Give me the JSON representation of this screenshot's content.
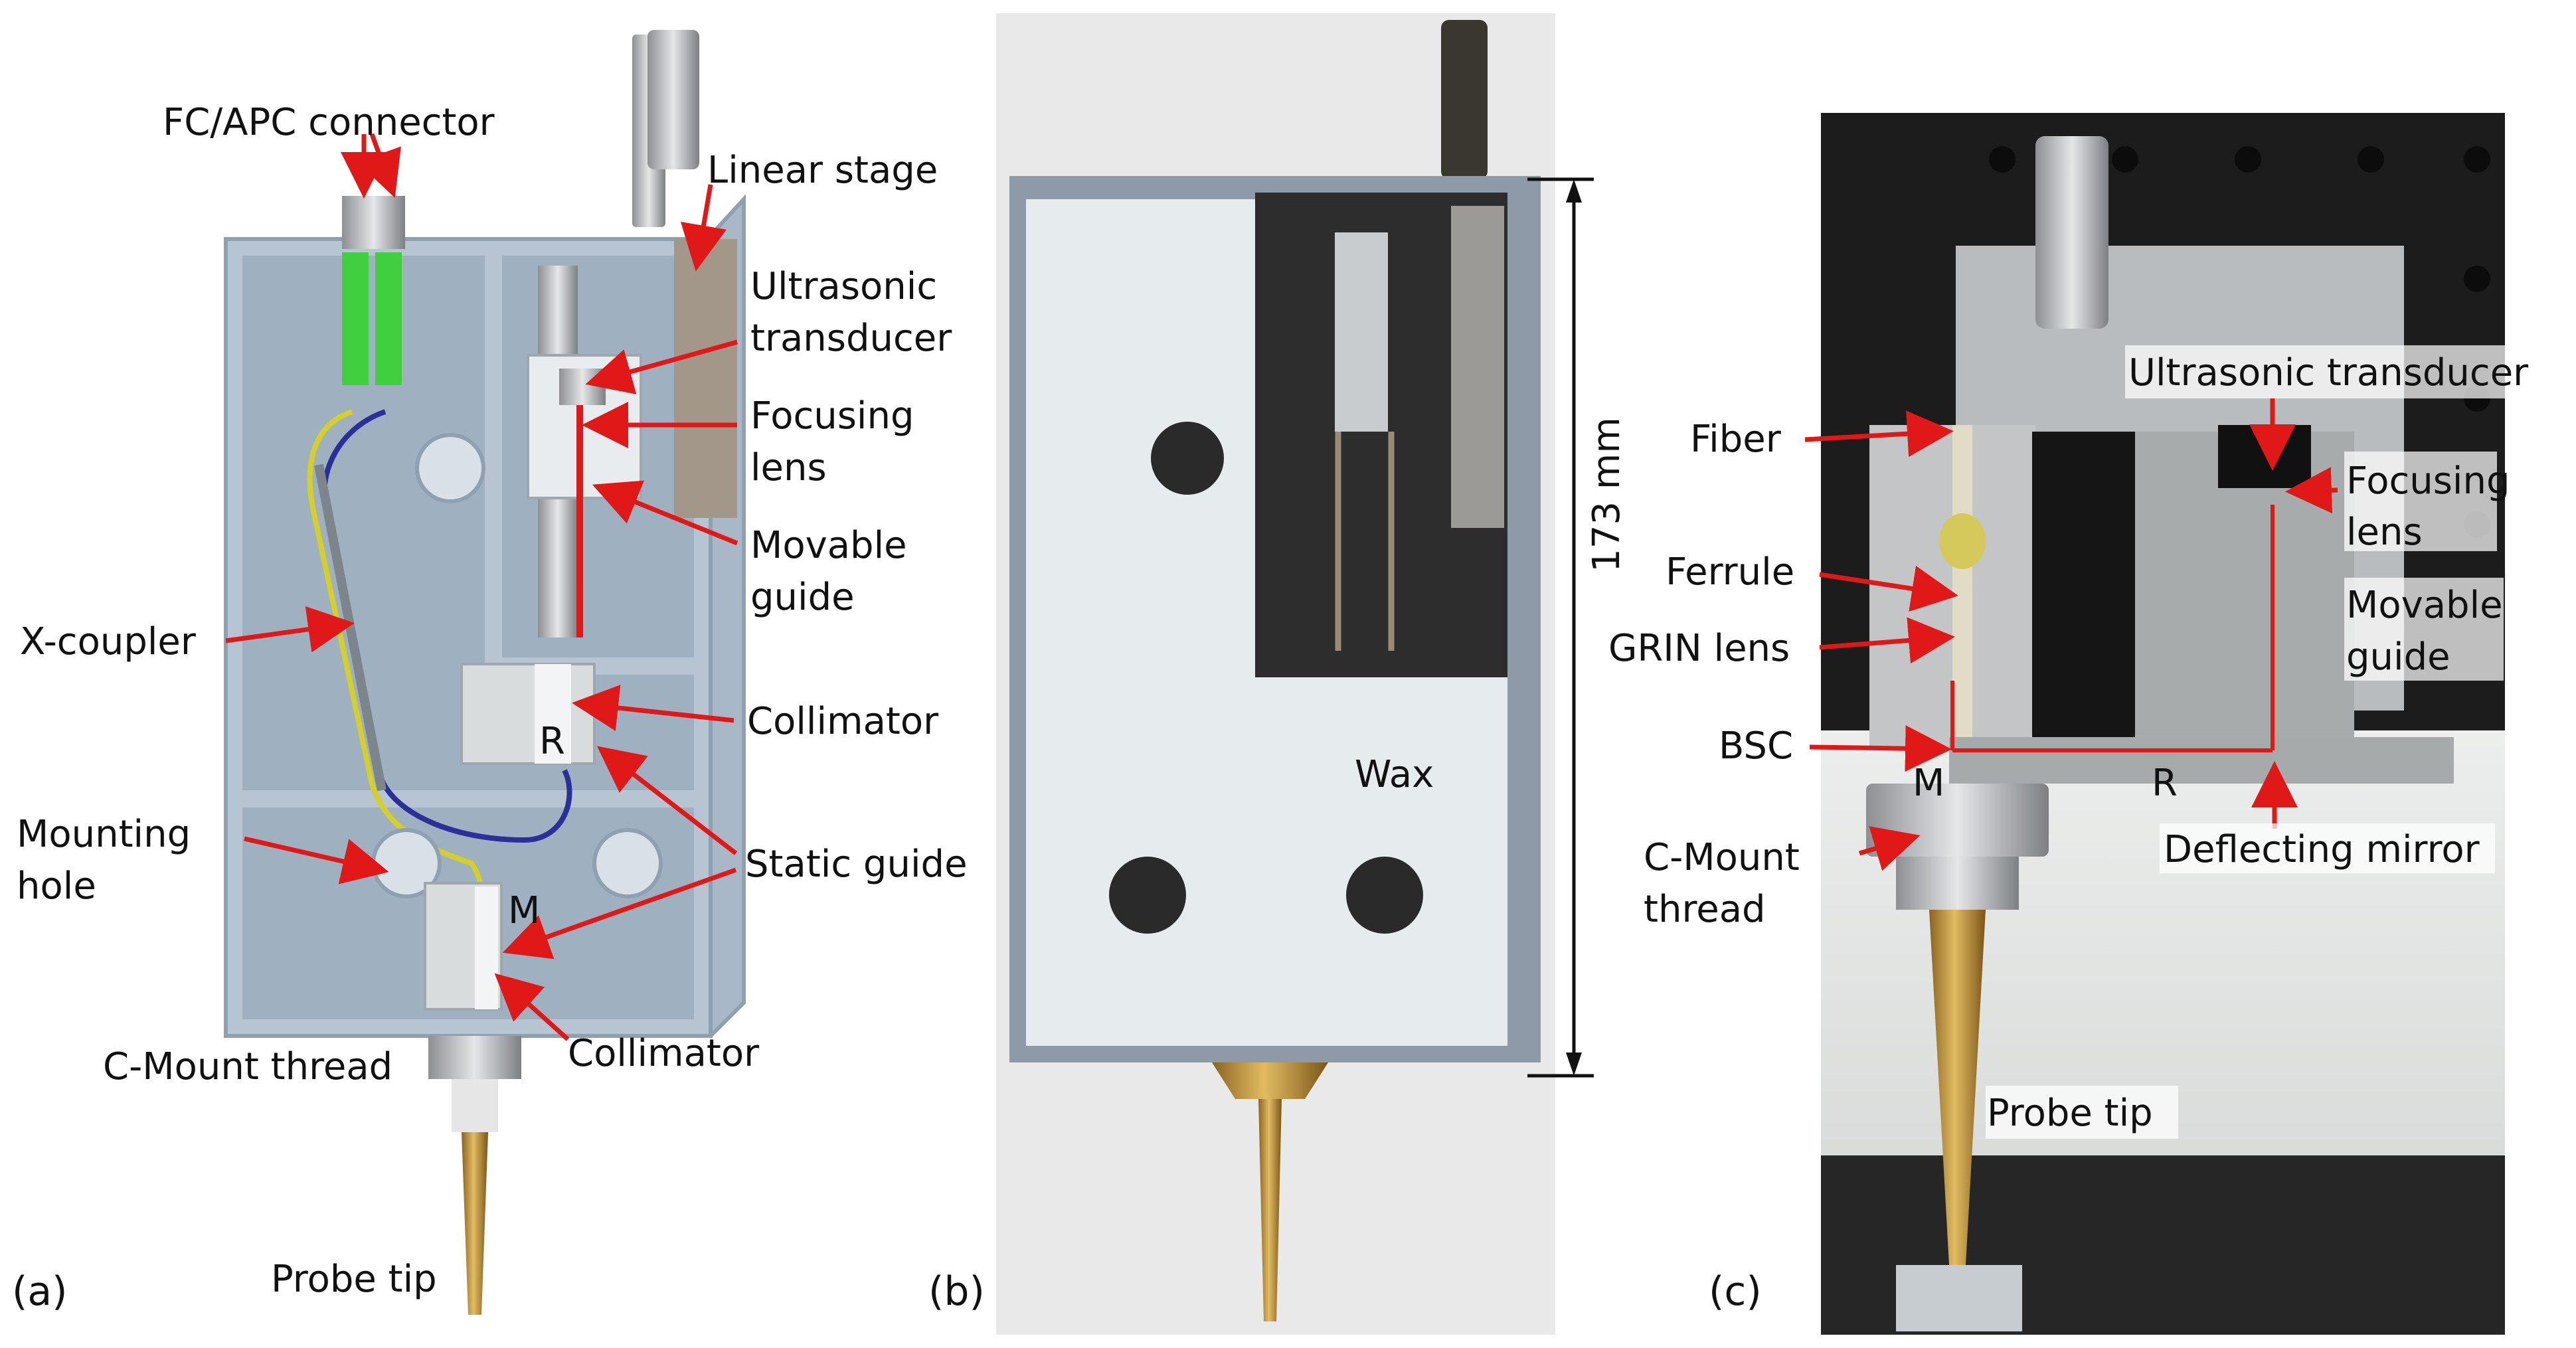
{
  "panels": {
    "a": {
      "panel_label": "(a)",
      "labels": {
        "fc_apc_connector": "FC/APC connector",
        "linear_stage": "Linear stage",
        "ultrasonic_transducer_l1": "Ultrasonic",
        "ultrasonic_transducer_l2": "transducer",
        "focusing_lens_l1": "Focusing",
        "focusing_lens_l2": "lens",
        "movable_guide_l1": "Movable",
        "movable_guide_l2": "guide",
        "x_coupler": "X-coupler",
        "collimator_top": "Collimator",
        "static_guide": "Static guide",
        "mounting_hole_l1": "Mounting",
        "mounting_hole_l2": "hole",
        "collimator_bottom": "Collimator",
        "c_mount_thread": "C-Mount thread",
        "probe_tip": "Probe tip",
        "marker_r": "R",
        "marker_m": "M"
      }
    },
    "b": {
      "panel_label": "(b)",
      "labels": {
        "dimension": "173 mm",
        "wax": "Wax"
      }
    },
    "c": {
      "panel_label": "(c)",
      "labels": {
        "fiber": "Fiber",
        "ferrule": "Ferrule",
        "grin_lens": "GRIN lens",
        "bsc": "BSC",
        "c_mount_thread_l1": "C-Mount",
        "c_mount_thread_l2": "thread",
        "ultrasonic_transducer": "Ultrasonic transducer",
        "focusing_lens_l1": "Focusing",
        "focusing_lens_l2": "lens",
        "movable_guide_l1": "Movable",
        "movable_guide_l2": "guide",
        "deflecting_mirror": "Deflecting mirror",
        "probe_tip": "Probe tip",
        "marker_m": "M",
        "marker_r": "R"
      }
    }
  },
  "colors": {
    "arrow": "#e01818",
    "housing": "#a9b8c6",
    "housing_dark": "#8fa0b0",
    "brass": "#c89a3c",
    "wax": "#e6ebee",
    "photo_bg": "#1c1c1c"
  }
}
